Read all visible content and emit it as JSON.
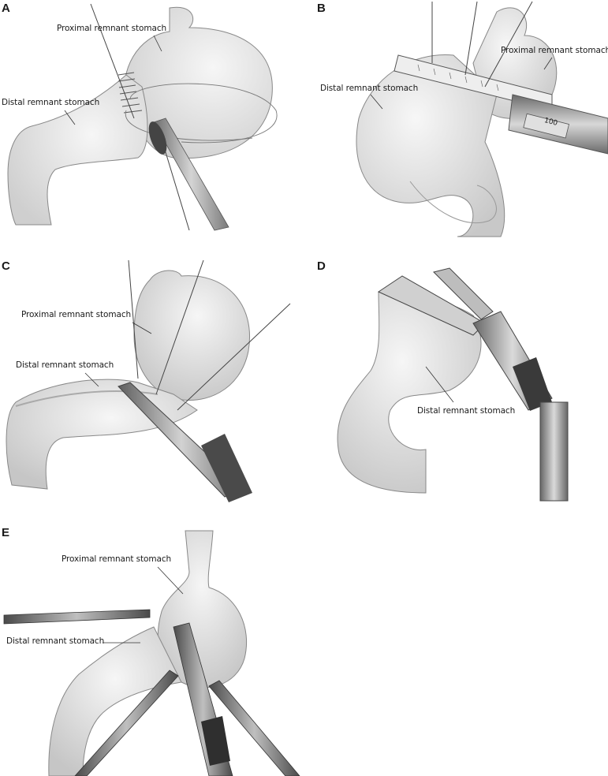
{
  "panels": {
    "a": {
      "letter": "A",
      "labels": [
        "Proximal remnant stomach",
        "Distal remnant stomach"
      ]
    },
    "b": {
      "letter": "B",
      "labels": [
        "Proximal remnant stomach",
        "Distal remnant stomach"
      ],
      "stapler_marking": "100"
    },
    "c": {
      "letter": "C",
      "labels": [
        "Proximal remnant stomach",
        "Distal remnant stomach"
      ]
    },
    "d": {
      "letter": "D",
      "labels": [
        "Distal remnant stomach"
      ]
    },
    "e": {
      "letter": "E",
      "labels": [
        "Proximal remnant stomach",
        "Distal remnant stomach"
      ]
    }
  },
  "colors": {
    "tissue": "#e9e9e9",
    "tissue_edge": "#7a7a7a",
    "instrument": "#8a8a8a",
    "instrument_dark": "#3a3a3a"
  }
}
